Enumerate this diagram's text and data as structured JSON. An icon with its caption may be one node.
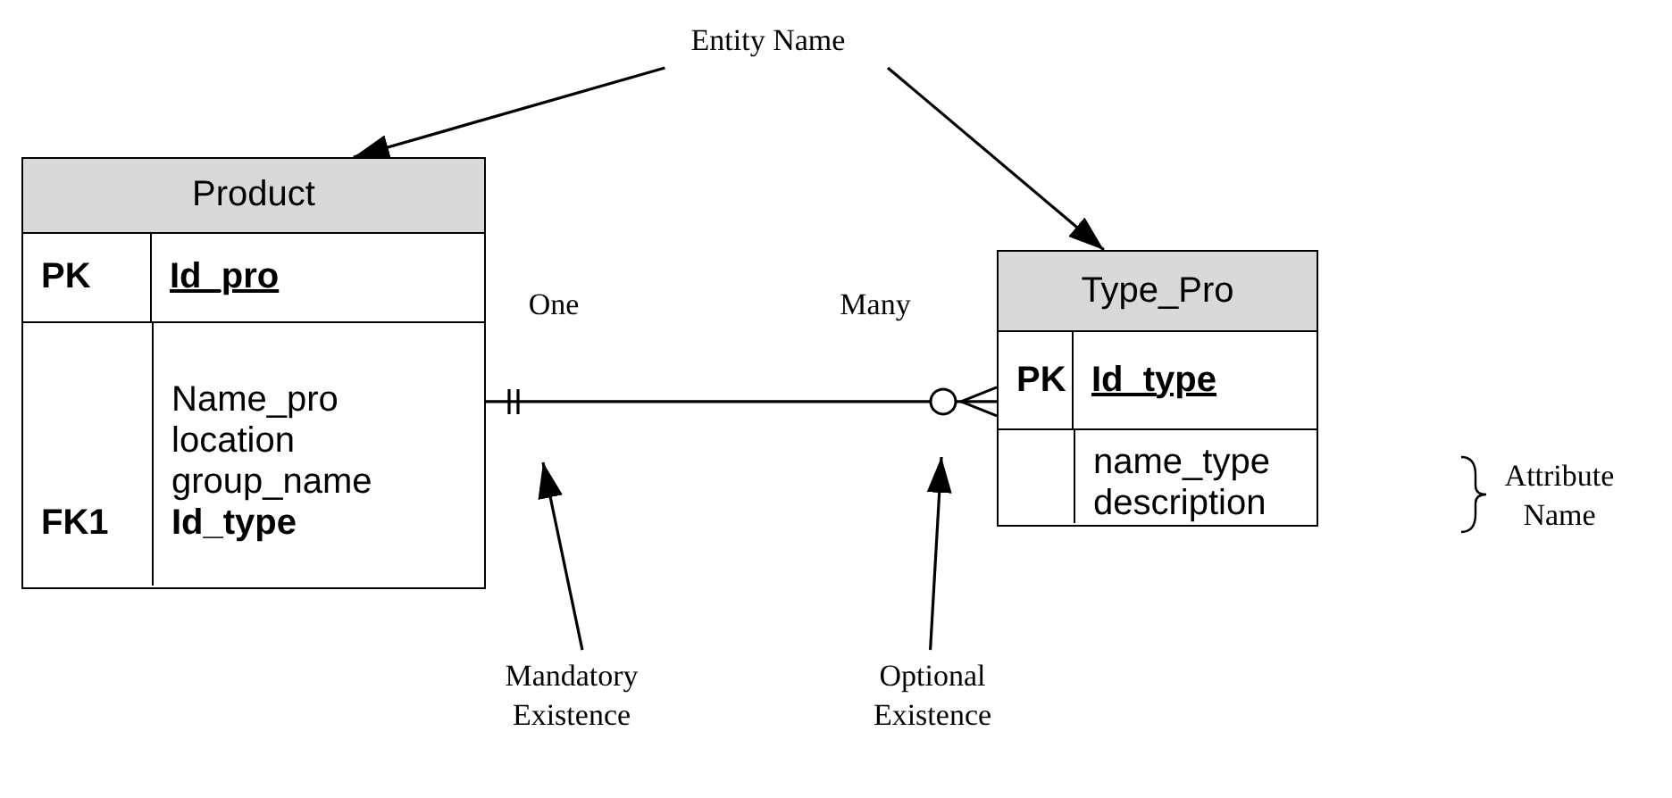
{
  "diagram": {
    "nodes": [
      {
        "text": [
          "Entity Name"
        ]
      },
      {
        "text": [
          "Product",
          "PK",
          "Id_pro",
          "Name_pro location group_name",
          "FK1",
          "Id_type"
        ]
      },
      {
        "text": [
          "Type_Pro",
          "PK",
          "Id_type",
          "name_type description"
        ]
      },
      {
        "text": [
          "Mandatory Existence"
        ]
      },
      {
        "text": [
          "Optional Existence"
        ]
      }
    ],
    "edges": [
      {
        "from": 0,
        "to": 1,
        "arrow": "to"
      },
      {
        "from": 0,
        "to": 2,
        "arrow": "to"
      },
      {
        "from": 1,
        "to": 2,
        "arrow": "other"
      },
      {
        "from": 3,
        "to": null,
        "arrow": "to"
      },
      {
        "from": 4,
        "to": null,
        "arrow": "to"
      }
    ],
    "labels": [
      "One",
      "Many",
      "Attribute Name"
    ]
  }
}
